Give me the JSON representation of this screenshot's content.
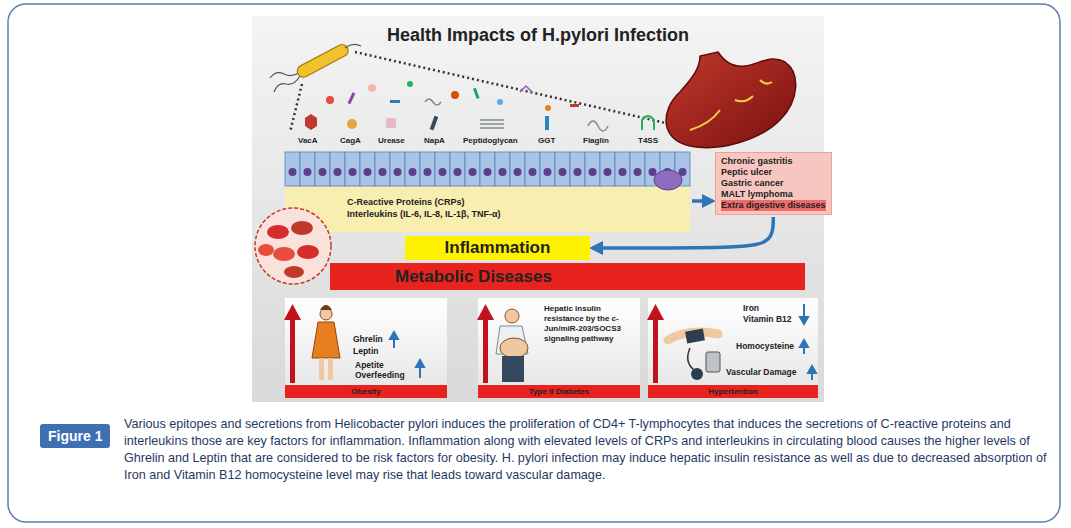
{
  "diagram": {
    "title": "Health Impacts of H.pylori Infection",
    "caption": "Various epitopes and secretions from Helicobacter pylori induces the proliferation of CD4+ T-lymphocytes that induces the secretions of C-reactive proteins and interleukins those are key factors for inflammation. Inflammation along with elevated levels of CRPs and interleukins in circulating blood causes the higher levels of Ghrelin and Leptin that are considered to be risk factors for obesity. H. pylori infection may induce hepatic insulin resistance as well as due to decreased absorption of Iron and Vitamin B12 homocysteine level may rise that leads toward vascular damage.",
    "nodes": [
      {
        "text": [
          "C-Reactive Proteins (CRPs)",
          "Interleukins (IL-6, IL-8, IL-1β, TNF-α)"
        ]
      },
      {
        "text": [
          "Chronic gastritis",
          "Peptic ulcer",
          "Gastric cancer",
          "MALT lymphoma",
          "Extra digestive diseases"
        ]
      },
      {
        "text": [
          "Inflammation"
        ]
      },
      {
        "text": [
          "Metabolic Diseases"
        ]
      },
      {
        "text": [
          "Ghrelin",
          "Leptin",
          "Apetite Overfeeding"
        ]
      },
      {
        "text": [
          "Obesity"
        ],
        "in": 4
      },
      {
        "text": [
          "Hepatic insulin resistance by the c-Jun/miR-203/SOCS3 signaling pathway"
        ]
      },
      {
        "text": [
          "Type II Diabetes"
        ],
        "in": 6
      },
      {
        "text": [
          "Iron",
          "Vitamin B12",
          "Homocysteine",
          "Vascular Damage"
        ]
      },
      {
        "text": [
          "Hypertention"
        ],
        "in": 8
      }
    ],
    "edges": [
      {
        "from": 0,
        "to": 1,
        "arrow": "to"
      },
      {
        "from": 1,
        "to": 2,
        "arrow": "to"
      }
    ],
    "labels": [
      "VacA",
      "CagA",
      "Urease",
      "NapA",
      "Peptidoglycan",
      "GGT",
      "Flaglin",
      "T4SS",
      "Figure 1"
    ]
  }
}
